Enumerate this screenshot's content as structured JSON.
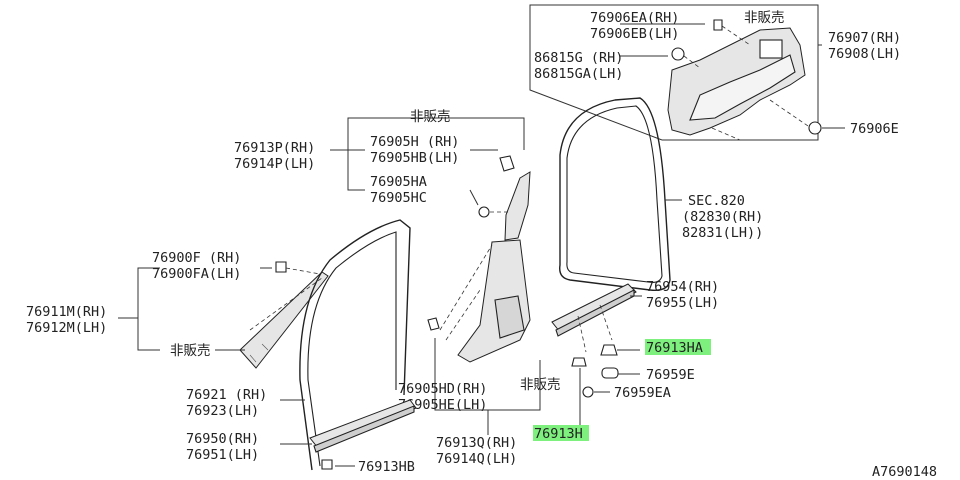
{
  "diagram_id": "A7690148",
  "accent_highlight": "#7ef07e",
  "not_sold": "非販売",
  "labels": {
    "p76906EA": "76906EA(RH)",
    "p76906EB": "76906EB(LH)",
    "p86815G": "86815G (RH)",
    "p86815GA": "86815GA(LH)",
    "p76907": "76907(RH)",
    "p76908": "76908(LH)",
    "p76906E": "76906E",
    "p76913P": "76913P(RH)",
    "p76914P": "76914P(LH)",
    "p76905H": "76905H (RH)",
    "p76905HB": "76905HB(LH)",
    "p76905HA": "76905HA",
    "p76905HC": "76905HC",
    "sec820": "SEC.820",
    "p82830": "(82830(RH)",
    "p82831": "82831(LH))",
    "p76900F": "76900F (RH)",
    "p76900FA": "76900FA(LH)",
    "p76911M": "76911M(RH)",
    "p76912M": "76912M(LH)",
    "p76954": "76954(RH)",
    "p76955": "76955(LH)",
    "p76913HA": "76913HA",
    "p76959E": "76959E",
    "p76959EA": "76959EA",
    "p76921": "76921 (RH)",
    "p76923": "76923(LH)",
    "p76905HD": "76905HD(RH)",
    "p76905HE": "76905HE(LH)",
    "p76950": "76950(RH)",
    "p76951": "76951(LH)",
    "p76913Q": "76913Q(RH)",
    "p76914Q": "76914Q(LH)",
    "p76913H": "76913H",
    "p76913HB": "76913HB"
  }
}
